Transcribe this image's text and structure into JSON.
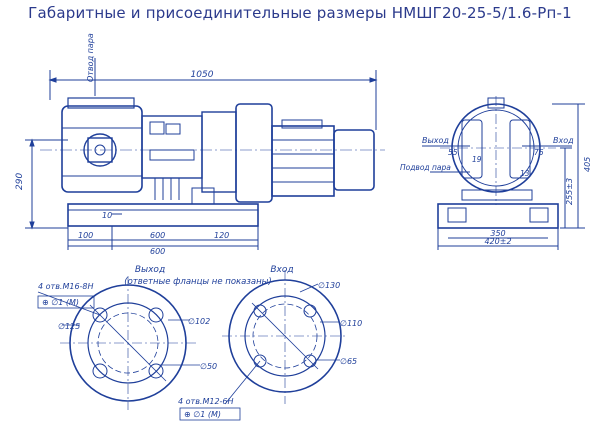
{
  "title": "Габаритные и присоединительные размеры НМШГ20-25-5/1.6-Рп-1",
  "side_view": {
    "label_drain": "Отвод пара",
    "dim_1050": "1050",
    "dim_290": "290",
    "dim_10": "10",
    "dim_100": "100",
    "dim_600": "600",
    "dim_600b": "600",
    "dim_120": "120"
  },
  "front_view": {
    "label_outlet": "Выход",
    "label_inlet": "Вход",
    "label_steam": "Подвод пара",
    "dim_55": "55",
    "dim_76": "76",
    "dim_19": "19",
    "dim_13": "13",
    "dim_405": "405",
    "dim_255": "255±3",
    "dim_350": "350",
    "dim_420": "420±2"
  },
  "flanges": {
    "outlet_title": "Выход",
    "note": "(ответные фланцы не показаны)",
    "inlet_title": "Вход",
    "outlet_holes": "4 отв.М16-8Н",
    "outlet_tol": "⊕ ∅1 (M)",
    "inlet_holes": "4 отв.М12-6Н",
    "inlet_tol": "⊕ ∅1 (M)",
    "d125": "∅125",
    "d102": "∅102",
    "d50": "∅50",
    "d130": "∅130",
    "d110": "∅110",
    "d65": "∅65"
  }
}
